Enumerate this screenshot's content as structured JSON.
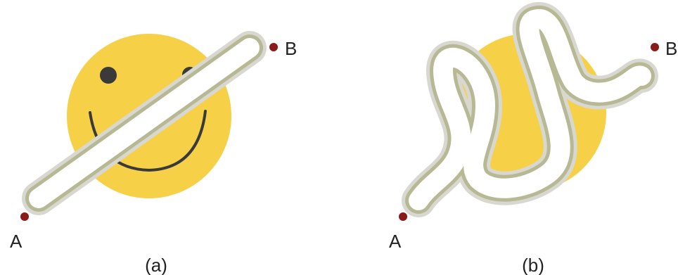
{
  "colors": {
    "face": "#f6d047",
    "features": "#3a3a3a",
    "point": "#8b1a1a",
    "tube_outer": "#d8d8d0",
    "tube_mid": "#b7b894",
    "tube_inner": "#ffffff"
  },
  "panel_a": {
    "point_a_label": "A",
    "point_b_label": "B",
    "caption": "(a)"
  },
  "panel_b": {
    "point_a_label": "A",
    "point_b_label": "B",
    "caption": "(b)"
  }
}
